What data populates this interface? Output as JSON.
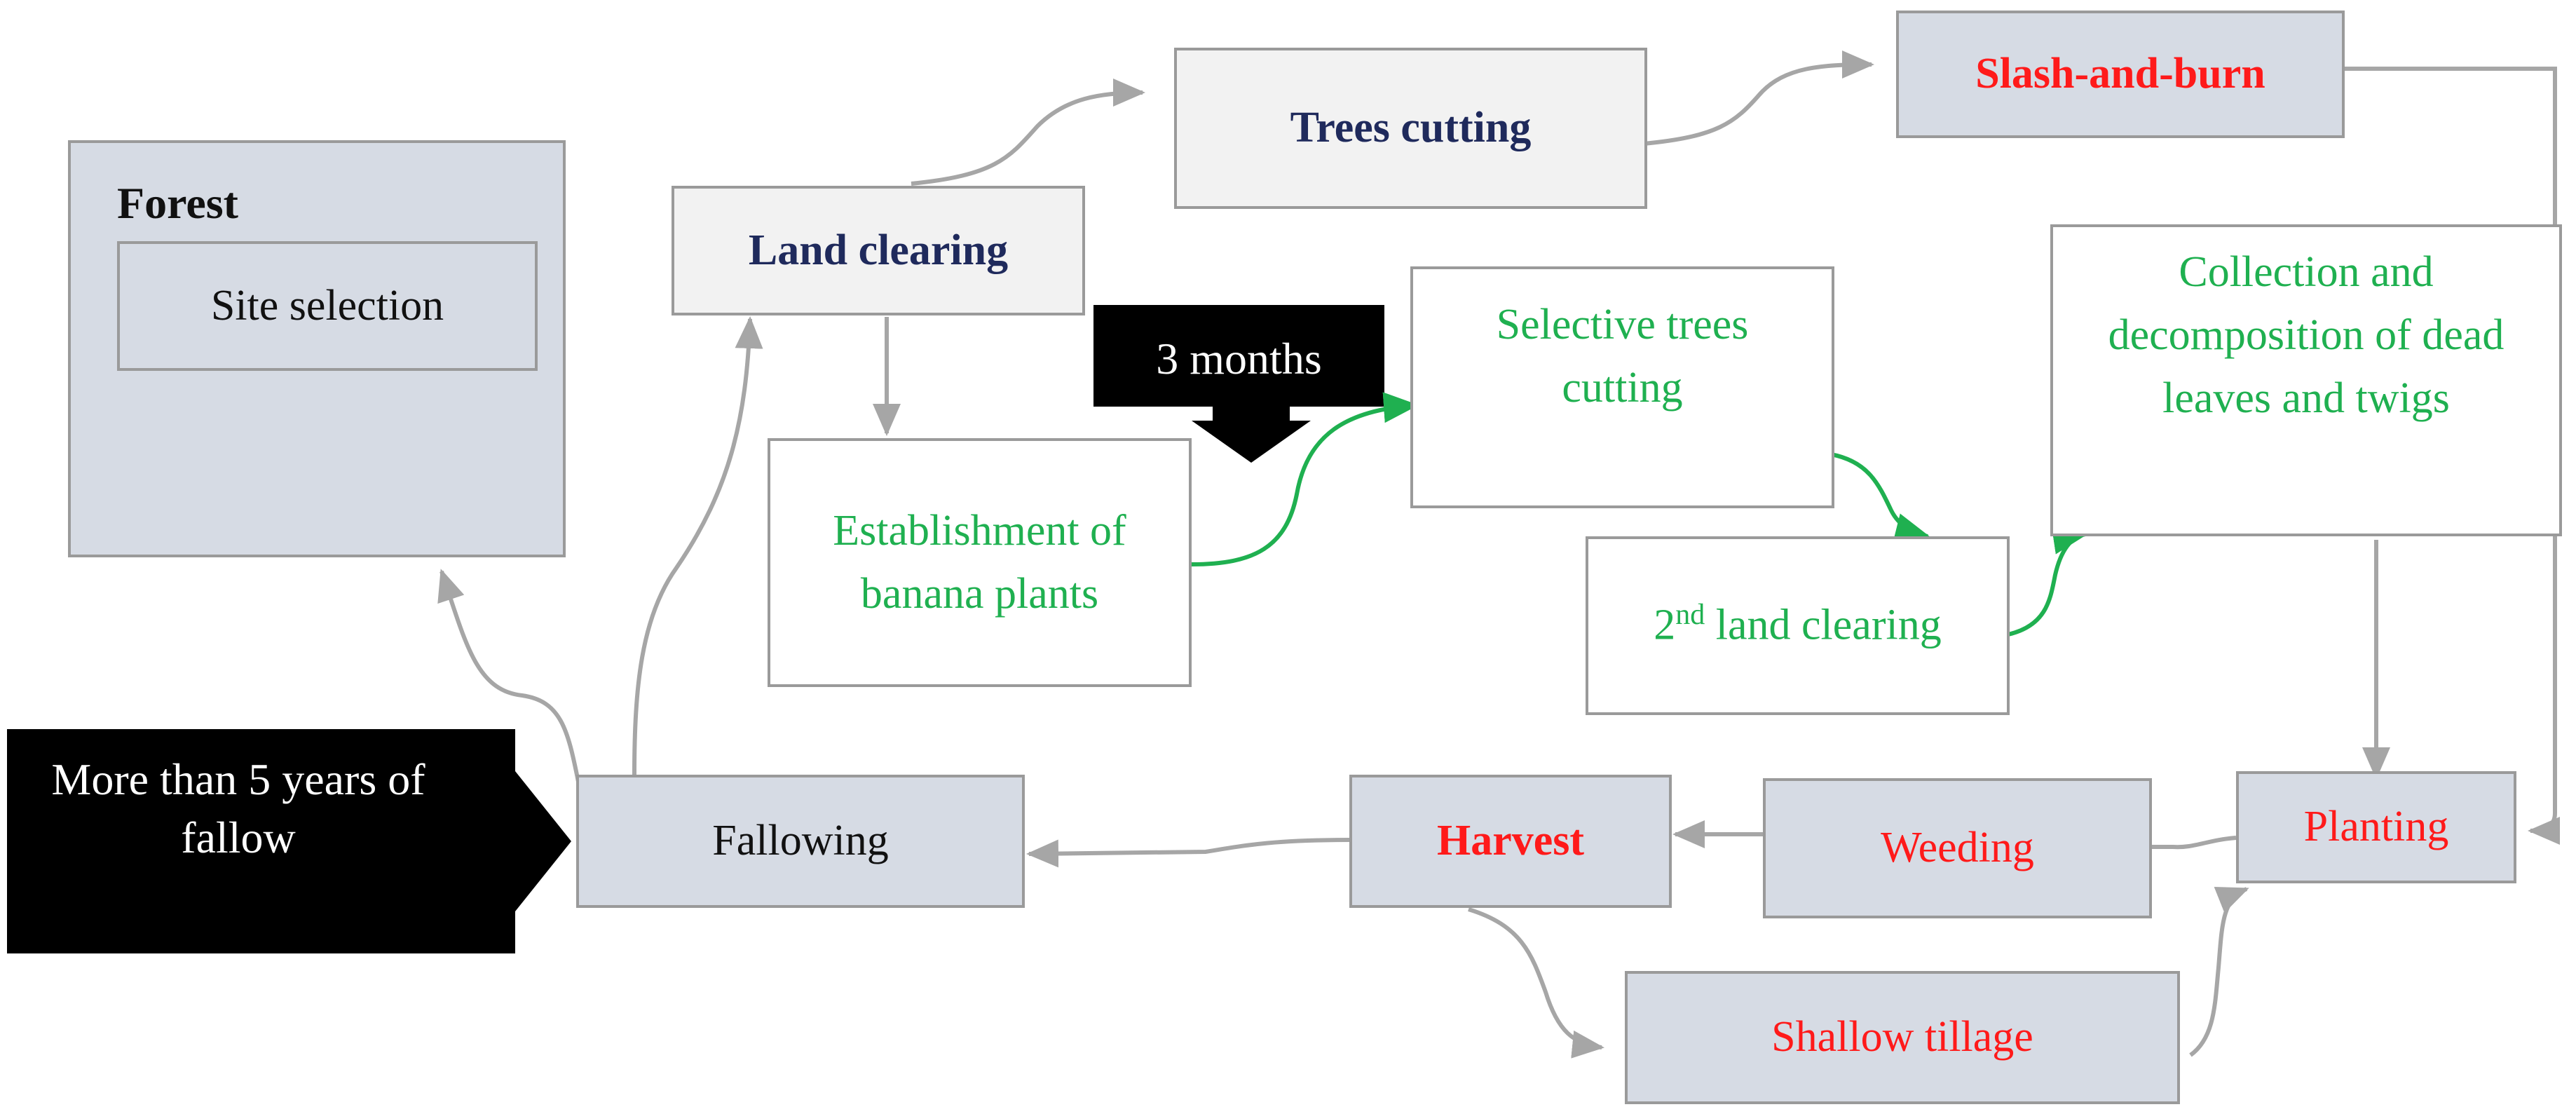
{
  "nodes": {
    "forest": {
      "title": "Forest",
      "inner": "Site selection"
    },
    "land_clearing": "Land clearing",
    "trees_cutting": "Trees cutting",
    "slash_and_burn": "Slash-and-burn",
    "establishment": "Establishment of banana plants",
    "selective_cutting": "Selective trees cutting",
    "collection": "Collection and decomposition of dead leaves and twigs",
    "second_clearing": {
      "ordinal": "2",
      "superscript": "nd",
      "text": "land clearing"
    },
    "fallowing": "Fallowing",
    "harvest": "Harvest",
    "weeding": "Weeding",
    "planting": "Planting",
    "shallow_tillage": "Shallow tillage"
  },
  "callouts": {
    "three_months": "3 months",
    "fallow_duration": "More than 5 years of fallow"
  },
  "colors": {
    "box_gray": "#d6dbe4",
    "box_light": "#f2f2f2",
    "border": "#9a9a9a",
    "arrow_gray": "#a6a6a6",
    "arrow_green": "#1fb050",
    "text_blue": "#1f2a5c",
    "text_red": "#ff1a1a",
    "text_green": "#1fb050",
    "callout_black": "#000000"
  }
}
